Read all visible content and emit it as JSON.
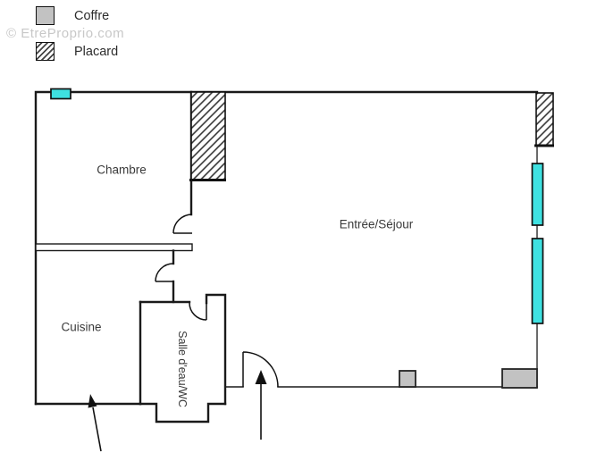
{
  "watermark": "© EtreProprio.com",
  "legend": {
    "items": [
      {
        "swatch": "coffre",
        "label": "Coffre"
      },
      {
        "swatch": "placard",
        "label": "Placard"
      }
    ]
  },
  "rooms": {
    "chambre": "Chambre",
    "cuisine": "Cuisine",
    "entree_sejour": "Entrée/Séjour",
    "salle_eau": "Salle d'eau/WC"
  },
  "colors": {
    "wall": "#1a1a1a",
    "window": "#3ee1e1",
    "coffre": "#c2c2c2",
    "label": "#3a3a3a",
    "watermark": "#c8c8c8"
  }
}
